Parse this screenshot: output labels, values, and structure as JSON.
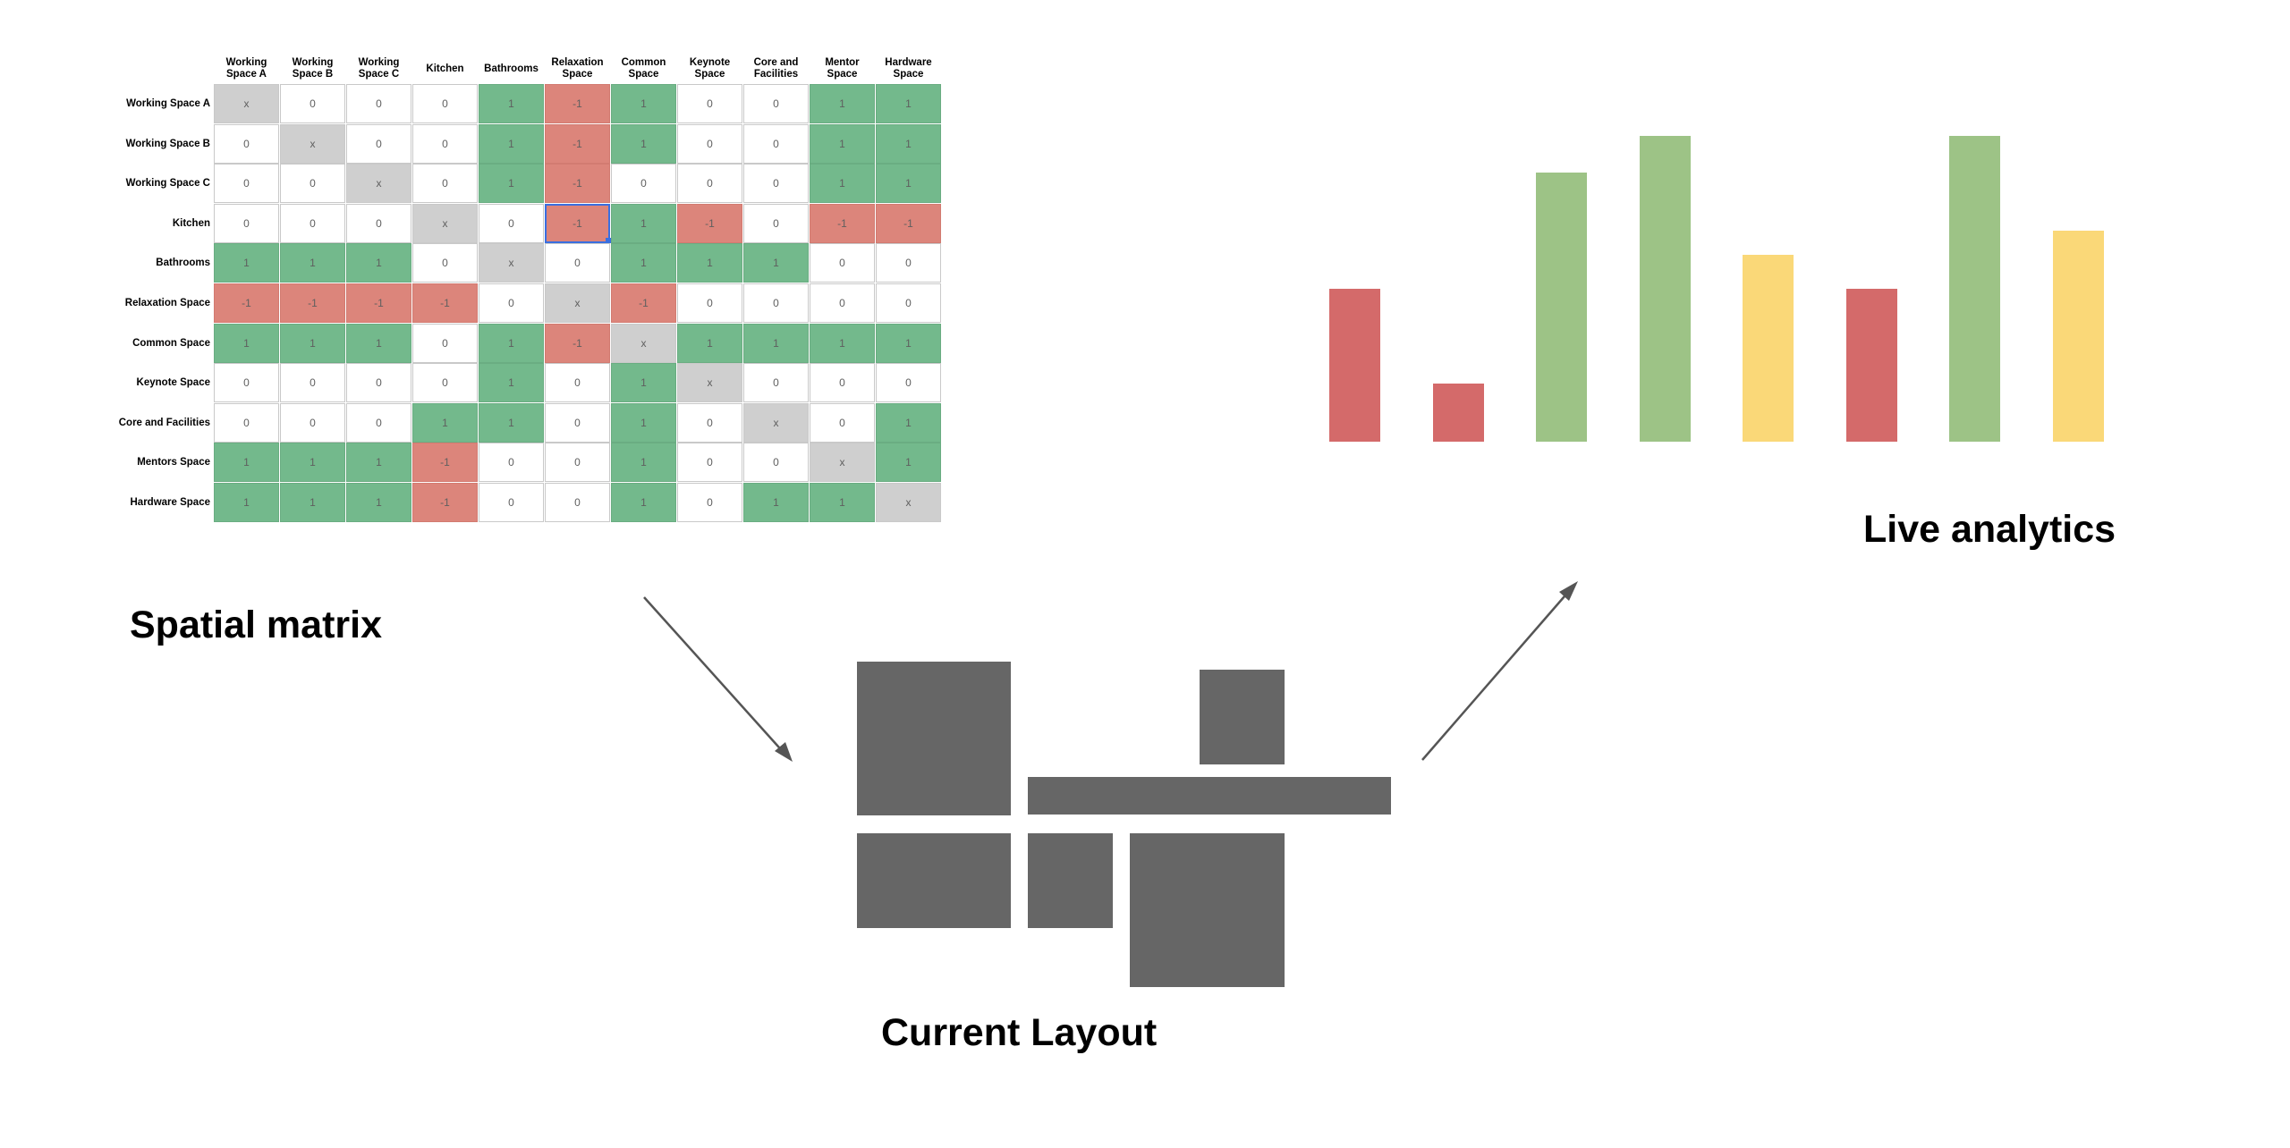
{
  "matrix": {
    "columns": [
      "Working\nSpace A",
      "Working\nSpace B",
      "Working\nSpace C",
      "Kitchen",
      "Bathrooms",
      "Relaxation\nSpace",
      "Common\nSpace",
      "Keynote\nSpace",
      "Core and\nFacilities",
      "Mentor\nSpace",
      "Hardware\nSpace"
    ],
    "rows": [
      {
        "label": "Working Space A",
        "values": [
          "x",
          "0",
          "0",
          "0",
          "1",
          "-1",
          "1",
          "0",
          "0",
          "1",
          "1"
        ]
      },
      {
        "label": "Working Space B",
        "values": [
          "0",
          "x",
          "0",
          "0",
          "1",
          "-1",
          "1",
          "0",
          "0",
          "1",
          "1"
        ]
      },
      {
        "label": "Working Space C",
        "values": [
          "0",
          "0",
          "x",
          "0",
          "1",
          "-1",
          "0",
          "0",
          "0",
          "1",
          "1"
        ]
      },
      {
        "label": "Kitchen",
        "values": [
          "0",
          "0",
          "0",
          "x",
          "0",
          "-1",
          "1",
          "-1",
          "0",
          "-1",
          "-1"
        ]
      },
      {
        "label": "Bathrooms",
        "values": [
          "1",
          "1",
          "1",
          "0",
          "x",
          "0",
          "1",
          "1",
          "1",
          "0",
          "0"
        ]
      },
      {
        "label": "Relaxation Space",
        "values": [
          "-1",
          "-1",
          "-1",
          "-1",
          "0",
          "x",
          "-1",
          "0",
          "0",
          "0",
          "0"
        ]
      },
      {
        "label": "Common Space",
        "values": [
          "1",
          "1",
          "1",
          "0",
          "1",
          "-1",
          "x",
          "1",
          "1",
          "1",
          "1"
        ]
      },
      {
        "label": "Keynote Space",
        "values": [
          "0",
          "0",
          "0",
          "0",
          "1",
          "0",
          "1",
          "x",
          "0",
          "0",
          "0"
        ]
      },
      {
        "label": "Core and Facilities",
        "values": [
          "0",
          "0",
          "0",
          "1",
          "1",
          "0",
          "1",
          "0",
          "x",
          "0",
          "1"
        ]
      },
      {
        "label": "Mentors Space",
        "values": [
          "1",
          "1",
          "1",
          "-1",
          "0",
          "0",
          "1",
          "0",
          "0",
          "x",
          "1"
        ]
      },
      {
        "label": "Hardware Space",
        "values": [
          "1",
          "1",
          "1",
          "-1",
          "0",
          "0",
          "1",
          "0",
          "1",
          "1",
          "x"
        ]
      }
    ],
    "selected_cell": {
      "row": 3,
      "col": 5
    },
    "colors": {
      "positive": "#73b98c",
      "negative": "#dc857b",
      "neutral": "#ffffff",
      "self": "#cfcfcf",
      "selection": "#3a6fe0"
    }
  },
  "labels": {
    "spatial_matrix": "Spatial matrix",
    "current_layout": "Current Layout",
    "live_analytics": "Live analytics"
  },
  "layout_diagram": {
    "room_color": "#666666",
    "room_count": 6
  },
  "analytics_bars": {
    "values": [
      0.5,
      0.19,
      0.88,
      1.0,
      0.61,
      0.5,
      1.0,
      0.69
    ],
    "colors": [
      "#d46a6a",
      "#d46a6a",
      "#9dc386",
      "#9dc386",
      "#fad878",
      "#d46a6a",
      "#9dc386",
      "#fad878"
    ]
  },
  "colors": {
    "arrow": "#555555",
    "text": "#000000"
  }
}
